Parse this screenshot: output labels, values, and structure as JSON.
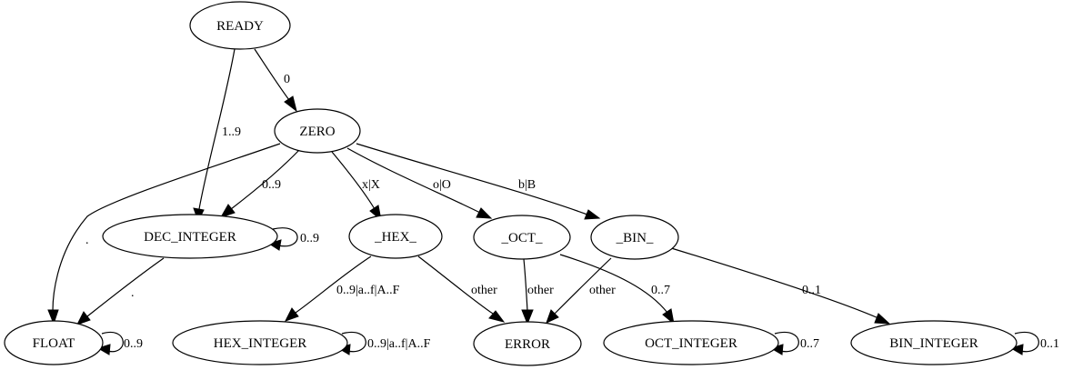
{
  "diagram": {
    "nodes": {
      "ready": "READY",
      "zero": "ZERO",
      "dec_integer": "DEC_INTEGER",
      "hex": "_HEX_",
      "oct": "_OCT_",
      "bin": "_BIN_",
      "float": "FLOAT",
      "hex_integer": "HEX_INTEGER",
      "error": "ERROR",
      "oct_integer": "OCT_INTEGER",
      "bin_integer": "BIN_INTEGER"
    },
    "edges": {
      "ready_zero": "0",
      "ready_dec": "1..9",
      "zero_dec": "0..9",
      "zero_float": ".",
      "zero_hex": "x|X",
      "zero_oct": "o|O",
      "zero_bin": "b|B",
      "dec_self": "0..9",
      "dec_float": ".",
      "float_self": "0..9",
      "hex_hexint": "0..9|a..f|A..F",
      "hexint_self": "0..9|a..f|A..F",
      "hex_error": "other",
      "oct_error": "other",
      "bin_error": "other",
      "oct_octint": "0..7",
      "octint_self": "0..7",
      "bin_binint": "0..1",
      "binint_self": "0..1"
    }
  }
}
